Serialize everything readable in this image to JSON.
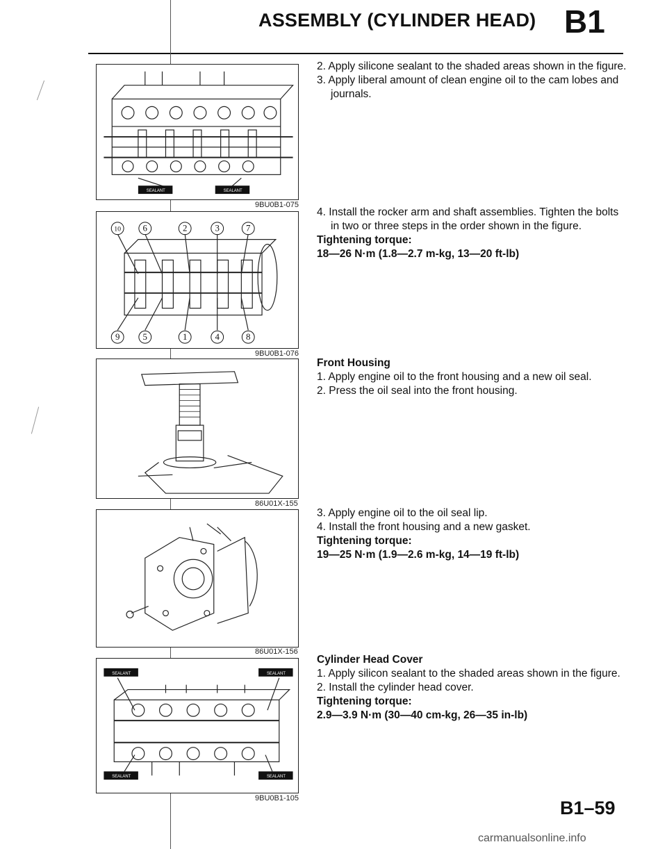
{
  "header": {
    "title": "ASSEMBLY (CYLINDER HEAD)",
    "code": "B1"
  },
  "figures": [
    {
      "code": "9BU0B1-075",
      "labels": [
        "SEALANT",
        "SEALANT"
      ]
    },
    {
      "code": "9BU0B1-076",
      "bolt_numbers_top": [
        "10",
        "6",
        "2",
        "3",
        "7"
      ],
      "bolt_numbers_bottom": [
        "9",
        "5",
        "1",
        "4",
        "8"
      ]
    },
    {
      "code": "86U01X-155"
    },
    {
      "code": "86U01X-156"
    },
    {
      "code": "9BU0B1-105",
      "labels": [
        "SEALANT",
        "SEALANT",
        "SEALANT",
        "SEALANT"
      ]
    }
  ],
  "section1": {
    "step2": "2. Apply silicone sealant to the shaded areas shown in the figure.",
    "step3": "3. Apply liberal amount of clean engine oil to the cam lobes and journals."
  },
  "section2": {
    "step4": "4. Install the rocker arm and shaft assemblies. Tighten the bolts in two or three steps in the order shown in the figure.",
    "torque_label": "Tightening torque:",
    "torque_value": "18—26 N·m (1.8—2.7 m-kg, 13—20 ft-lb)"
  },
  "section3": {
    "heading": "Front Housing",
    "step1": "1. Apply engine oil to the front housing and a new oil seal.",
    "step2": "2. Press the oil seal into the front housing."
  },
  "section4": {
    "step3": "3. Apply engine oil to the oil seal lip.",
    "step4": "4. Install the front housing and a new gasket.",
    "torque_label": "Tightening torque:",
    "torque_value": "19—25 N·m (1.9—2.6 m-kg, 14—19 ft-lb)"
  },
  "section5": {
    "heading": "Cylinder Head Cover",
    "step1": "1. Apply silicon sealant to the shaded areas shown in the figure.",
    "step2": "2. Install the cylinder head cover.",
    "torque_label": "Tightening torque:",
    "torque_value": "2.9—3.9 N·m (30—40 cm-kg, 26—35 in-lb)"
  },
  "footer": {
    "page_number": "B1–59",
    "site": "carmanualsonline.info"
  }
}
